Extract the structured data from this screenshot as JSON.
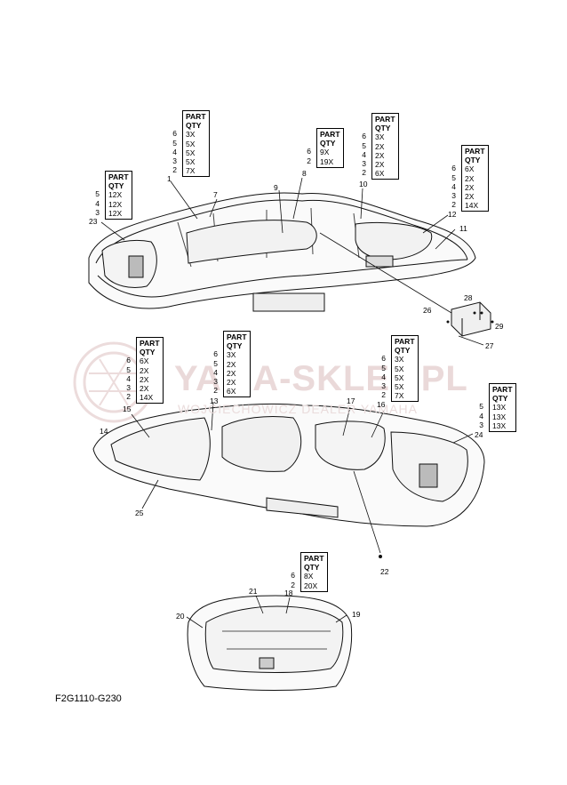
{
  "watermark": {
    "title": "YAMA-SKLEP.PL",
    "subtitle": "WOJCIECHOWICZ DEALER YAMAHA",
    "color": "#d8c7c7"
  },
  "diagram_code": "F2G1110-G230",
  "tables": [
    {
      "id": "t1",
      "header": [
        "PART",
        "QTY"
      ],
      "parts": [
        "5",
        "4",
        "3"
      ],
      "qty": [
        "12X",
        "12X",
        "12X"
      ]
    },
    {
      "id": "t2",
      "header": [
        "PART",
        "QTY"
      ],
      "parts": [
        "6",
        "5",
        "4",
        "3",
        "2"
      ],
      "qty": [
        "3X",
        "5X",
        "5X",
        "5X",
        "7X"
      ]
    },
    {
      "id": "t3",
      "header": [
        "PART",
        "QTY"
      ],
      "parts": [
        "6",
        "2"
      ],
      "qty": [
        "9X",
        "19X"
      ]
    },
    {
      "id": "t4",
      "header": [
        "PART",
        "QTY"
      ],
      "parts": [
        "6",
        "5",
        "4",
        "3",
        "2"
      ],
      "qty": [
        "3X",
        "2X",
        "2X",
        "2X",
        "6X"
      ]
    },
    {
      "id": "t5",
      "header": [
        "PART",
        "QTY"
      ],
      "parts": [
        "6",
        "5",
        "4",
        "3",
        "2"
      ],
      "qty": [
        "6X",
        "2X",
        "2X",
        "2X",
        "14X"
      ]
    },
    {
      "id": "t6",
      "header": [
        "PART",
        "QTY"
      ],
      "parts": [
        "6",
        "5",
        "4",
        "3",
        "2"
      ],
      "qty": [
        "6X",
        "2X",
        "2X",
        "2X",
        "14X"
      ]
    },
    {
      "id": "t7",
      "header": [
        "PART",
        "QTY"
      ],
      "parts": [
        "6",
        "5",
        "4",
        "3",
        "2"
      ],
      "qty": [
        "3X",
        "2X",
        "2X",
        "2X",
        "6X"
      ]
    },
    {
      "id": "t8",
      "header": [
        "PART",
        "QTY"
      ],
      "parts": [
        "6",
        "5",
        "4",
        "3",
        "2"
      ],
      "qty": [
        "3X",
        "5X",
        "5X",
        "5X",
        "7X"
      ]
    },
    {
      "id": "t9",
      "header": [
        "PART",
        "QTY"
      ],
      "parts": [
        "5",
        "4",
        "3"
      ],
      "qty": [
        "13X",
        "13X",
        "13X"
      ]
    },
    {
      "id": "t10",
      "header": [
        "PART",
        "QTY"
      ],
      "parts": [
        "6",
        "2"
      ],
      "qty": [
        "8X",
        "20X"
      ]
    }
  ],
  "callouts": [
    "1",
    "7",
    "9",
    "8",
    "10",
    "12",
    "11",
    "23",
    "28",
    "26",
    "29",
    "27",
    "13",
    "15",
    "14",
    "16",
    "17",
    "24",
    "25",
    "22",
    "21",
    "18",
    "20",
    "19"
  ]
}
